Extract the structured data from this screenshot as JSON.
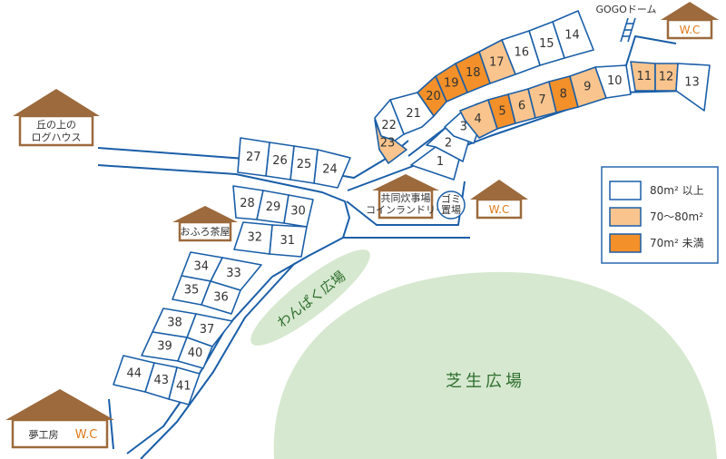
{
  "colors": {
    "size_large": "#ffffff",
    "size_medium": "#f9c48d",
    "size_small": "#f39029",
    "outline": "#1a5ea8",
    "roof": "#9c6a3c",
    "wc_text": "#e07a1a",
    "lawn": "#d6e8cf",
    "lawn_text": "#2e6e2e"
  },
  "legend": {
    "large": "80m² 以上",
    "medium": "70〜80m²",
    "small": "70m² 未満"
  },
  "buildings": {
    "log_house": "丘の上の\nログハウス",
    "ofuro": "おふろ茶屋",
    "kitchen": "共同炊事場\nコインランドリー",
    "garbage": "ゴミ\n置場",
    "wc_east": "W.C",
    "wc_top": "W.C",
    "yume": "夢工房",
    "yume_wc": "W.C",
    "gogo_dome": "GOGOドーム"
  },
  "areas": {
    "lawn": "芝生広場",
    "wanpaku": "わんぱく広場"
  },
  "plots": [
    {
      "no": "1",
      "size": "large"
    },
    {
      "no": "2",
      "size": "large"
    },
    {
      "no": "3",
      "size": "large"
    },
    {
      "no": "4",
      "size": "medium"
    },
    {
      "no": "5",
      "size": "small"
    },
    {
      "no": "6",
      "size": "medium"
    },
    {
      "no": "7",
      "size": "medium"
    },
    {
      "no": "8",
      "size": "small"
    },
    {
      "no": "9",
      "size": "medium"
    },
    {
      "no": "10",
      "size": "large"
    },
    {
      "no": "11",
      "size": "medium"
    },
    {
      "no": "12",
      "size": "medium"
    },
    {
      "no": "13",
      "size": "large"
    },
    {
      "no": "14",
      "size": "large"
    },
    {
      "no": "15",
      "size": "large"
    },
    {
      "no": "16",
      "size": "large"
    },
    {
      "no": "17",
      "size": "medium"
    },
    {
      "no": "18",
      "size": "small"
    },
    {
      "no": "19",
      "size": "small"
    },
    {
      "no": "20",
      "size": "small"
    },
    {
      "no": "21",
      "size": "large"
    },
    {
      "no": "22",
      "size": "large"
    },
    {
      "no": "23",
      "size": "medium"
    },
    {
      "no": "24",
      "size": "large"
    },
    {
      "no": "25",
      "size": "large"
    },
    {
      "no": "26",
      "size": "large"
    },
    {
      "no": "27",
      "size": "large"
    },
    {
      "no": "28",
      "size": "large"
    },
    {
      "no": "29",
      "size": "large"
    },
    {
      "no": "30",
      "size": "large"
    },
    {
      "no": "31",
      "size": "large"
    },
    {
      "no": "32",
      "size": "large"
    },
    {
      "no": "33",
      "size": "large"
    },
    {
      "no": "34",
      "size": "large"
    },
    {
      "no": "35",
      "size": "large"
    },
    {
      "no": "36",
      "size": "large"
    },
    {
      "no": "37",
      "size": "large"
    },
    {
      "no": "38",
      "size": "large"
    },
    {
      "no": "39",
      "size": "large"
    },
    {
      "no": "40",
      "size": "large"
    },
    {
      "no": "41",
      "size": "large"
    },
    {
      "no": "43",
      "size": "large"
    },
    {
      "no": "44",
      "size": "large"
    }
  ]
}
